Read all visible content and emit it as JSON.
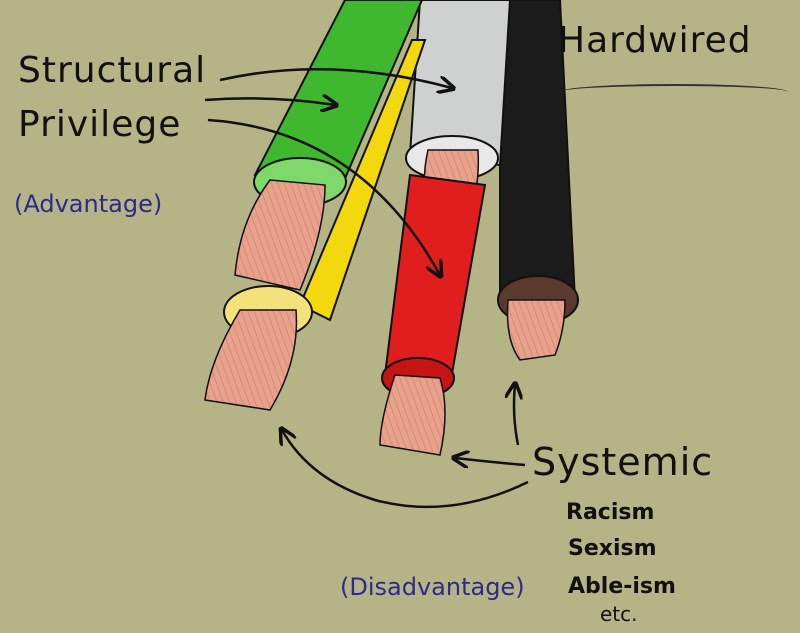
{
  "title": "Hardwired",
  "left_labels": {
    "line1": "Structural",
    "line2": "Privilege",
    "note": "(Advantage)"
  },
  "right_labels": {
    "heading": "Systemic",
    "items": [
      "Racism",
      "Sexism",
      "Able-ism"
    ],
    "etc": "etc.",
    "note": "(Disadvantage)"
  },
  "wire_colors": {
    "background": "#b5b487",
    "green": "#3fb72f",
    "yellow": "#f2d80c",
    "gray": "#cfd0d0",
    "black": "#1b1b1b",
    "red": "#e01e1e",
    "copper": "#e8a28c"
  }
}
